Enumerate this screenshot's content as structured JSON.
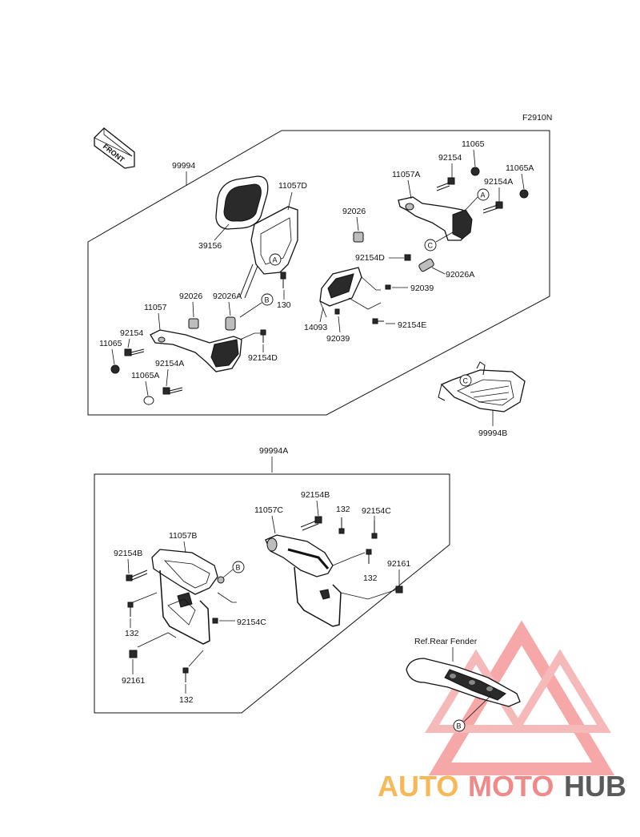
{
  "diagram_code": "F2910N",
  "front_label": "FRONT",
  "parts": {
    "p99994": "99994",
    "p39156": "39156",
    "p11057D": "11057D",
    "p11057A": "11057A",
    "p11065_top": "11065",
    "p92154_top": "92154",
    "p11065A_top": "11065A",
    "p92154A_top": "92154A",
    "p92026_top": "92026",
    "p92154D_top": "92154D",
    "p92026A_top": "92026A",
    "p92039_a": "92039",
    "p92154E": "92154E",
    "p92039_b": "92039",
    "p14093": "14093",
    "p130": "130",
    "p92026_left": "92026",
    "p92026A_left": "92026A",
    "p11057": "11057",
    "p92154_left": "92154",
    "p11065_left": "11065",
    "p92154A_left": "92154A",
    "p11065A_left": "11065A",
    "p92154D_left": "92154D",
    "p99994B": "99994B",
    "p99994A": "99994A",
    "p92154B_top": "92154B",
    "p132_top": "132",
    "p11057C": "11057C",
    "p92154C_top": "92154C",
    "p92161_right": "92161",
    "p132_mid": "132",
    "p11057B": "11057B",
    "p92154B_left": "92154B",
    "p132_left": "132",
    "p92154C_left": "92154C",
    "p92161_left": "92161",
    "p132_bottom": "132"
  },
  "callouts": {
    "a1": "A",
    "a2": "A",
    "b1": "B",
    "b2": "B",
    "b3": "B",
    "c1": "C",
    "c2": "C"
  },
  "ref_label": "Ref.Rear Fender",
  "watermark": {
    "part1": "AUTO",
    "part2": "MOTO",
    "part3": "HUB",
    "color1": "#f7b85a",
    "color2": "#f08a8a",
    "color3": "#5a5a5a"
  }
}
